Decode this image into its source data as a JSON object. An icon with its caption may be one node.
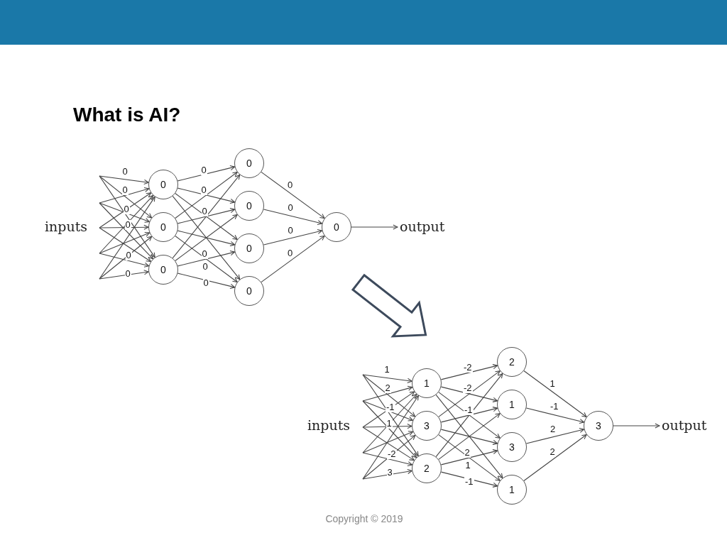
{
  "diagram": {
    "title": "What is AI?",
    "nodes": [
      {
        "text": [
          "0"
        ]
      },
      {
        "text": [
          "0"
        ]
      },
      {
        "text": [
          "0"
        ]
      },
      {
        "text": [
          "0"
        ]
      },
      {
        "text": [
          "0"
        ]
      },
      {
        "text": [
          "0"
        ]
      },
      {
        "text": [
          "0"
        ]
      },
      {
        "text": [
          "0"
        ]
      },
      {
        "text": [
          "output"
        ]
      },
      {
        "text": [
          "1"
        ]
      },
      {
        "text": [
          "3"
        ]
      },
      {
        "text": [
          "2"
        ]
      },
      {
        "text": [
          "2"
        ]
      },
      {
        "text": [
          "1"
        ]
      },
      {
        "text": [
          "3"
        ]
      },
      {
        "text": [
          "1"
        ]
      },
      {
        "text": [
          "3"
        ]
      },
      {
        "text": [
          "output"
        ]
      }
    ],
    "edges": [
      {
        "from": null,
        "to": 0,
        "arrow": "to"
      },
      {
        "from": null,
        "to": 1,
        "arrow": "to"
      },
      {
        "from": null,
        "to": 2,
        "arrow": "to"
      },
      {
        "from": null,
        "to": 0,
        "arrow": "to"
      },
      {
        "from": null,
        "to": 1,
        "arrow": "to"
      },
      {
        "from": null,
        "to": 2,
        "arrow": "to"
      },
      {
        "from": null,
        "to": 0,
        "arrow": "to"
      },
      {
        "from": null,
        "to": 1,
        "arrow": "to"
      },
      {
        "from": null,
        "to": 2,
        "arrow": "to"
      },
      {
        "from": null,
        "to": 0,
        "arrow": "to"
      },
      {
        "from": null,
        "to": 1,
        "arrow": "to"
      },
      {
        "from": null,
        "to": 2,
        "arrow": "to"
      },
      {
        "from": null,
        "to": 0,
        "arrow": "to"
      },
      {
        "from": null,
        "to": 1,
        "arrow": "to"
      },
      {
        "from": null,
        "to": 2,
        "arrow": "to"
      },
      {
        "from": 0,
        "to": 3,
        "arrow": "to"
      },
      {
        "from": 0,
        "to": 4,
        "arrow": "to"
      },
      {
        "from": 0,
        "to": 5,
        "arrow": "to"
      },
      {
        "from": 0,
        "to": 6,
        "arrow": "to"
      },
      {
        "from": 1,
        "to": 3,
        "arrow": "to"
      },
      {
        "from": 1,
        "to": 4,
        "arrow": "to"
      },
      {
        "from": 1,
        "to": 5,
        "arrow": "to"
      },
      {
        "from": 1,
        "to": 6,
        "arrow": "to"
      },
      {
        "from": 2,
        "to": 3,
        "arrow": "to"
      },
      {
        "from": 2,
        "to": 4,
        "arrow": "to"
      },
      {
        "from": 2,
        "to": 5,
        "arrow": "to"
      },
      {
        "from": 2,
        "to": 6,
        "arrow": "to"
      },
      {
        "from": 3,
        "to": 7,
        "arrow": "to",
        "label": "0"
      },
      {
        "from": 4,
        "to": 7,
        "arrow": "to",
        "label": "0"
      },
      {
        "from": 5,
        "to": 7,
        "arrow": "to",
        "label": "0"
      },
      {
        "from": 6,
        "to": 7,
        "arrow": "to",
        "label": "0"
      },
      {
        "from": 7,
        "to": 8,
        "arrow": "to"
      },
      {
        "from": null,
        "to": 9,
        "arrow": "to"
      },
      {
        "from": null,
        "to": 10,
        "arrow": "to"
      },
      {
        "from": null,
        "to": 11,
        "arrow": "to"
      },
      {
        "from": null,
        "to": 9,
        "arrow": "to"
      },
      {
        "from": null,
        "to": 10,
        "arrow": "to"
      },
      {
        "from": null,
        "to": 11,
        "arrow": "to"
      },
      {
        "from": null,
        "to": 9,
        "arrow": "to"
      },
      {
        "from": null,
        "to": 10,
        "arrow": "to"
      },
      {
        "from": null,
        "to": 11,
        "arrow": "to"
      },
      {
        "from": null,
        "to": 9,
        "arrow": "to"
      },
      {
        "from": null,
        "to": 10,
        "arrow": "to"
      },
      {
        "from": null,
        "to": 11,
        "arrow": "to"
      },
      {
        "from": null,
        "to": 9,
        "arrow": "to"
      },
      {
        "from": null,
        "to": 10,
        "arrow": "to"
      },
      {
        "from": null,
        "to": 11,
        "arrow": "to"
      },
      {
        "from": 9,
        "to": 12,
        "arrow": "to"
      },
      {
        "from": 9,
        "to": 13,
        "arrow": "to"
      },
      {
        "from": 9,
        "to": 14,
        "arrow": "to"
      },
      {
        "from": 9,
        "to": 15,
        "arrow": "to"
      },
      {
        "from": 10,
        "to": 12,
        "arrow": "to"
      },
      {
        "from": 10,
        "to": 13,
        "arrow": "to"
      },
      {
        "from": 10,
        "to": 14,
        "arrow": "to"
      },
      {
        "from": 10,
        "to": 15,
        "arrow": "to"
      },
      {
        "from": 11,
        "to": 12,
        "arrow": "to"
      },
      {
        "from": 11,
        "to": 13,
        "arrow": "to"
      },
      {
        "from": 11,
        "to": 14,
        "arrow": "to"
      },
      {
        "from": 11,
        "to": 15,
        "arrow": "to"
      },
      {
        "from": 12,
        "to": 16,
        "arrow": "to",
        "label": "1"
      },
      {
        "from": 13,
        "to": 16,
        "arrow": "to",
        "label": "-1"
      },
      {
        "from": 14,
        "to": 16,
        "arrow": "to",
        "label": "2"
      },
      {
        "from": 15,
        "to": 16,
        "arrow": "to",
        "label": "2"
      },
      {
        "from": 16,
        "to": 17,
        "arrow": "to"
      }
    ],
    "labels": [
      "inputs",
      "0",
      "0",
      "0",
      "0",
      "0",
      "0",
      "0",
      "0",
      "0",
      "0",
      "0",
      "0",
      "inputs",
      "1",
      "2",
      "-1",
      "1",
      "-2",
      "3",
      "-2",
      "-2",
      "-1",
      "2",
      "1",
      "-1",
      "Copyright © 2019"
    ]
  }
}
